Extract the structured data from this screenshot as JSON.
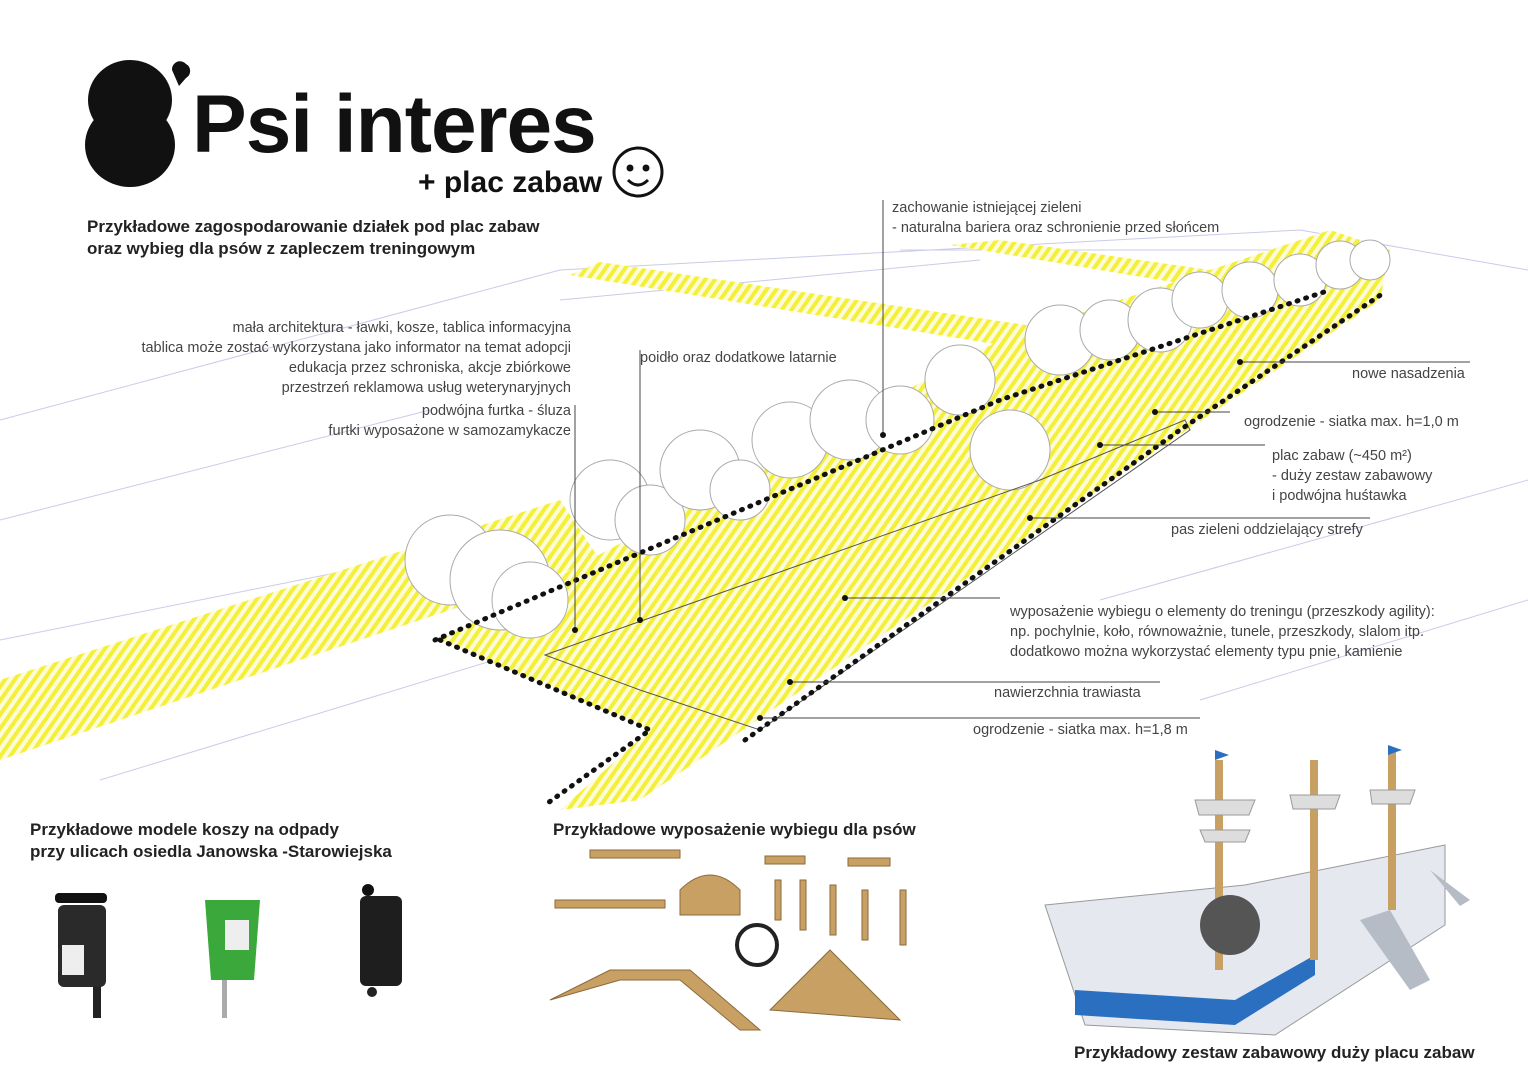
{
  "logo": {
    "title": "Psi interes",
    "subtitle": "+ plac zabaw"
  },
  "intro": {
    "line1": "Przykładowe zagospodarowanie działek pod plac zabaw",
    "line2": "oraz wybieg dla psów z zapleczem treningowym"
  },
  "annotations": {
    "green": {
      "line1": "zachowanie istniejącej zieleni",
      "line2": "- naturalna bariera oraz schronienie przed słońcem"
    },
    "small_arch": {
      "line1": "mała architektura - ławki, kosze, tablica informacyjna",
      "line2": "tablica może zostać wykorzystana jako informator na temat adopcji",
      "line3": "edukacja przez schroniska, akcje zbiórkowe",
      "line4": "przestrzeń reklamowa usług weterynaryjnych"
    },
    "gate": {
      "line1": "podwójna furtka - śluza",
      "line2": "furtki wyposażone w samozamykacze"
    },
    "water": "poidło oraz  dodatkowe latarnie",
    "new_plants": "nowe nasadzenia",
    "fence_low": "ogrodzenie - siatka max. h=1,0 m",
    "playground": {
      "line1": "plac zabaw (~450 m²)",
      "line2": "- duży zestaw zabawowy",
      "line3": "i podwójna huśtawka"
    },
    "green_strip": "pas zieleni oddzielający strefy",
    "equipment": {
      "line1": "wyposażenie wybiegu o elementy do treningu (przeszkody agility):",
      "line2": "np. pochylnie, koło, równoważnie, tunele, przeszkody, slalom itp.",
      "line3": "dodatkowo można wykorzystać elementy typu pnie, kamienie"
    },
    "grass": "nawierzchnia trawiasta",
    "fence_high": "ogrodzenie - siatka max. h=1,8 m"
  },
  "bottom": {
    "bins": {
      "line1": "Przykładowe modele koszy na odpady",
      "line2": "przy ulicach osiedla Janowska -Starowiejska"
    },
    "dog_equipment": "Przykładowe wyposażenie wybiegu dla psów",
    "play_set": "Przykładowy zestaw zabawowy duży placu zabaw"
  },
  "colors": {
    "stripe": "#f4f03a",
    "bin_green": "#3aa83a",
    "play_blue": "#2a6fc0",
    "wood": "#c9a064"
  }
}
